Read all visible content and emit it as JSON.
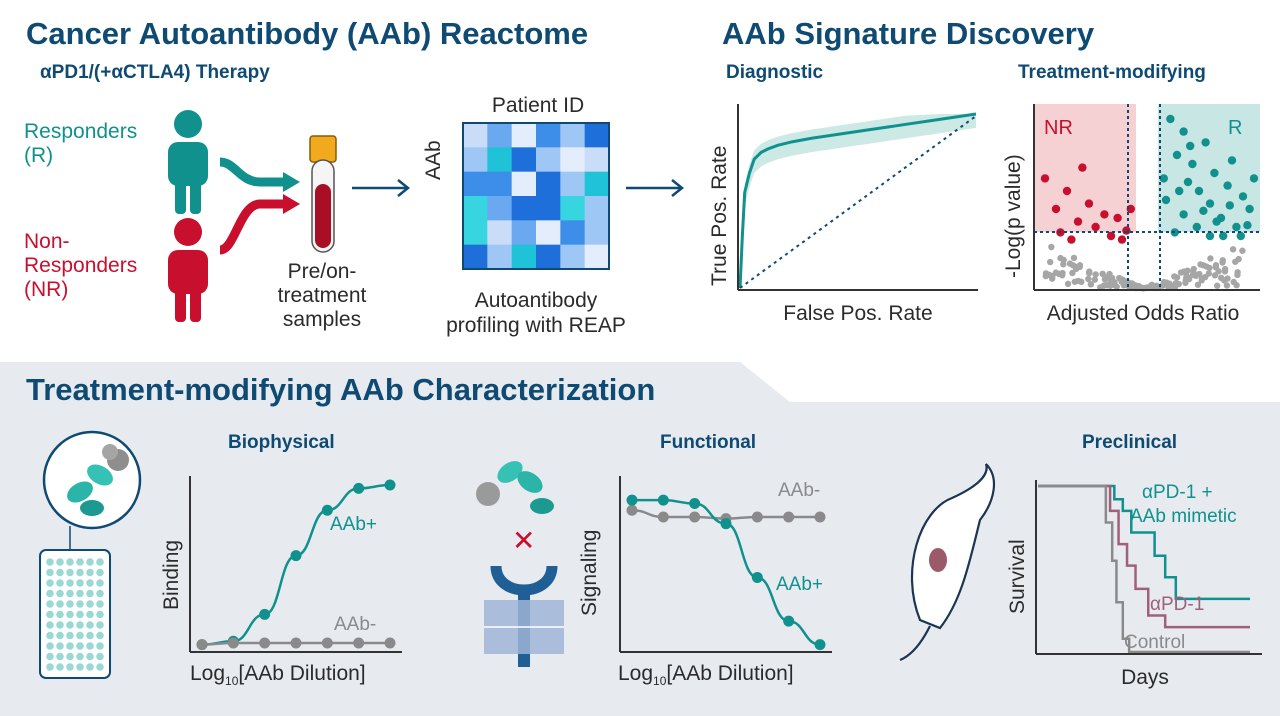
{
  "top": {
    "title": "Cancer Autoantibody (AAb) Reactome",
    "therapy": "αPD1/(+αCTLA4) Therapy",
    "responders_line1": "Responders",
    "responders_line2": "(R)",
    "nonresponders_line1": "Non-",
    "nonresponders_line2": "Responders",
    "nonresponders_line3": "(NR)",
    "samples_line1": "Pre/on-",
    "samples_line2": "treatment",
    "samples_line3": "samples",
    "heatmap_top": "Patient ID",
    "heatmap_side": "AAb",
    "profiling_line1": "Autoantibody",
    "profiling_line2": "profiling with REAP"
  },
  "signature": {
    "title": "AAb Signature Discovery",
    "diagnostic_title": "Diagnostic",
    "treatment_title": "Treatment-modifying"
  },
  "characterization": {
    "title": "Treatment-modifying AAb Characterization",
    "biophysical_title": "Biophysical",
    "functional_title": "Functional",
    "preclinical_title": "Preclinical"
  },
  "colors": {
    "navy": "#0f4a72",
    "teal": "#11918e",
    "red": "#c8102e",
    "gray": "#8a8a8a",
    "mauve": "#a0607a",
    "panel": "#e7ebef"
  },
  "chart_data": [
    {
      "type": "line",
      "chart": "roc",
      "xlabel": "False Pos. Rate",
      "ylabel": "True Pos. Rate",
      "series": [
        {
          "x": [
            0,
            0.01,
            0.02,
            0.04,
            0.06,
            0.09,
            0.12,
            0.16,
            0.22,
            0.3,
            0.4,
            0.55,
            0.7,
            0.85,
            1.0
          ],
          "y": [
            0,
            0.3,
            0.55,
            0.66,
            0.74,
            0.78,
            0.8,
            0.82,
            0.84,
            0.86,
            0.88,
            0.91,
            0.94,
            0.97,
            1.0
          ]
        }
      ],
      "reference": "diagonal"
    },
    {
      "type": "scatter",
      "chart": "volcano",
      "xlabel": "Adjusted Odds Ratio",
      "ylabel": "-Log(p value)",
      "regions": {
        "left": "NR",
        "right": "R"
      },
      "nr_points": [
        [
          -0.45,
          0.62
        ],
        [
          -0.4,
          0.45
        ],
        [
          -0.35,
          0.55
        ],
        [
          -0.3,
          0.38
        ],
        [
          -0.25,
          0.48
        ],
        [
          -0.22,
          0.35
        ],
        [
          -0.18,
          0.42
        ],
        [
          -0.15,
          0.3
        ],
        [
          -0.12,
          0.4
        ],
        [
          -0.1,
          0.28
        ],
        [
          -0.08,
          0.33
        ],
        [
          -0.28,
          0.68
        ],
        [
          -0.38,
          0.32
        ],
        [
          -0.06,
          0.45
        ],
        [
          -0.33,
          0.28
        ]
      ],
      "r_points": [
        [
          0.12,
          0.95
        ],
        [
          0.15,
          0.75
        ],
        [
          0.18,
          0.88
        ],
        [
          0.2,
          0.6
        ],
        [
          0.22,
          0.7
        ],
        [
          0.25,
          0.55
        ],
        [
          0.28,
          0.82
        ],
        [
          0.3,
          0.48
        ],
        [
          0.32,
          0.65
        ],
        [
          0.35,
          0.4
        ],
        [
          0.38,
          0.58
        ],
        [
          0.4,
          0.72
        ],
        [
          0.42,
          0.35
        ],
        [
          0.45,
          0.52
        ],
        [
          0.48,
          0.45
        ],
        [
          0.5,
          0.62
        ],
        [
          0.18,
          0.42
        ],
        [
          0.24,
          0.35
        ],
        [
          0.36,
          0.3
        ],
        [
          0.1,
          0.5
        ],
        [
          0.14,
          0.32
        ],
        [
          0.27,
          0.44
        ],
        [
          0.33,
          0.38
        ],
        [
          0.44,
          0.3
        ],
        [
          0.21,
          0.8
        ],
        [
          0.39,
          0.47
        ],
        [
          0.47,
          0.36
        ],
        [
          0.09,
          0.62
        ],
        [
          0.3,
          0.3
        ],
        [
          0.16,
          0.55
        ]
      ]
    },
    {
      "type": "line",
      "chart": "biophysical",
      "xlabel": "Log10[AAb Dilution]",
      "ylabel": "Binding",
      "series": [
        {
          "name": "AAb+",
          "values": [
            0.02,
            0.04,
            0.2,
            0.55,
            0.82,
            0.95,
            0.97
          ]
        },
        {
          "name": "AAb-",
          "values": [
            0.02,
            0.03,
            0.03,
            0.03,
            0.03,
            0.03,
            0.03
          ]
        }
      ]
    },
    {
      "type": "line",
      "chart": "functional",
      "xlabel": "Log10[AAb Dilution]",
      "ylabel": "Signaling",
      "series": [
        {
          "name": "AAb-",
          "values": [
            0.82,
            0.78,
            0.78,
            0.77,
            0.78,
            0.78,
            0.78
          ]
        },
        {
          "name": "AAb+",
          "values": [
            0.88,
            0.88,
            0.86,
            0.74,
            0.42,
            0.16,
            0.02
          ]
        }
      ]
    },
    {
      "type": "line",
      "chart": "survival",
      "xlabel": "Days",
      "ylabel": "Survival",
      "series": [
        {
          "name": "αPD-1 + AAb mimetic",
          "x": [
            0,
            0.36,
            0.36,
            0.4,
            0.4,
            0.44,
            0.44,
            0.55,
            0.55,
            0.6,
            0.6,
            0.65,
            0.65,
            1.0
          ],
          "y": [
            1,
            1,
            0.92,
            0.92,
            0.85,
            0.85,
            0.72,
            0.72,
            0.58,
            0.58,
            0.45,
            0.45,
            0.32,
            0.32
          ]
        },
        {
          "name": "αPD-1",
          "x": [
            0,
            0.34,
            0.34,
            0.38,
            0.38,
            0.42,
            0.42,
            0.46,
            0.46,
            0.52,
            0.52,
            0.6,
            0.6,
            1.0
          ],
          "y": [
            1,
            1,
            0.85,
            0.85,
            0.65,
            0.65,
            0.52,
            0.52,
            0.38,
            0.38,
            0.22,
            0.22,
            0.15,
            0.15
          ]
        },
        {
          "name": "Control",
          "x": [
            0,
            0.32,
            0.32,
            0.35,
            0.35,
            0.37,
            0.37,
            0.4,
            0.4,
            0.43,
            0.43,
            1.0
          ],
          "y": [
            1,
            1,
            0.78,
            0.78,
            0.55,
            0.55,
            0.3,
            0.3,
            0.08,
            0.08,
            0,
            0
          ]
        }
      ]
    }
  ]
}
